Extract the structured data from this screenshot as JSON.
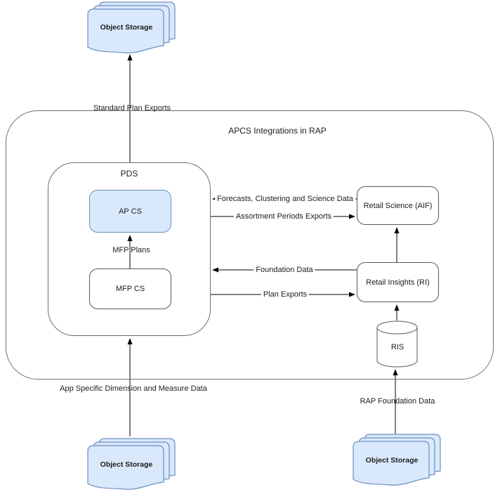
{
  "diagram": {
    "title": "APCS Integrations in RAP",
    "nodes": {
      "object_storage_top": {
        "label": "Object Storage",
        "shape": "document-stack"
      },
      "object_storage_bottom_left": {
        "label": "Object Storage",
        "shape": "document-stack"
      },
      "object_storage_bottom_right": {
        "label": "Object Storage",
        "shape": "document-stack"
      },
      "pds": {
        "label": "PDS",
        "shape": "rounded-container"
      },
      "ap_cs": {
        "label": "AP CS",
        "shape": "rounded-rect",
        "fill": "#dae8fc"
      },
      "mfp_cs": {
        "label": "MFP CS",
        "shape": "rounded-rect",
        "fill": "#ffffff"
      },
      "retail_science": {
        "label": "Retail Science (AIF)",
        "shape": "rounded-rect",
        "fill": "#ffffff"
      },
      "retail_insights": {
        "label": "Retail Insights (RI)",
        "shape": "rounded-rect",
        "fill": "#ffffff"
      },
      "ris": {
        "label": "RIS",
        "shape": "cylinder"
      }
    },
    "edges": {
      "standard_plan_exports": {
        "label": "Standard Plan Exports",
        "from": "pds",
        "to": "object_storage_top"
      },
      "mfp_plans": {
        "label": "MFP Plans",
        "from": "mfp_cs",
        "to": "ap_cs"
      },
      "forecasts": {
        "label": "Forecasts, Clustering and Science Data",
        "from": "retail_science",
        "to": "pds"
      },
      "assortment": {
        "label": "Assortment Periods Exports",
        "from": "pds",
        "to": "retail_science"
      },
      "foundation_data": {
        "label": "Foundation Data",
        "from": "retail_insights",
        "to": "pds"
      },
      "plan_exports": {
        "label": "Plan Exports",
        "from": "pds",
        "to": "retail_insights"
      },
      "ri_to_rs": {
        "label": "",
        "from": "retail_insights",
        "to": "retail_science"
      },
      "ris_to_ri": {
        "label": "",
        "from": "ris",
        "to": "retail_insights"
      },
      "app_specific": {
        "label": "App Specific Dimension and Measure Data",
        "from": "object_storage_bottom_left",
        "to": "pds"
      },
      "rap_foundation": {
        "label": "RAP Foundation Data",
        "from": "object_storage_bottom_right",
        "to": "ris"
      }
    },
    "colors": {
      "document_fill": "#dae8fc",
      "document_stroke": "#6c8ebf",
      "box_stroke": "#595959",
      "arrow": "#000000",
      "background": "#ffffff",
      "text": "#1c1c1c"
    }
  }
}
